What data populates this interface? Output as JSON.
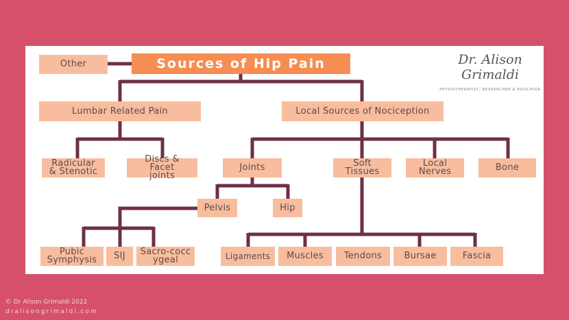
{
  "colors": {
    "background": "#D6506B",
    "box": "#F8BD9E",
    "title_box": "#F68D52",
    "connector": "#6E2F48"
  },
  "title": "Sources of Hip Pain",
  "logo": {
    "name": "Dr. Alison Grimaldi",
    "tagline": "PHYSIOTHERAPIST, RESEARCHER & EDUCATOR"
  },
  "nodes": {
    "other": "Other",
    "lumbar": "Lumbar Related Pain",
    "local": "Local Sources of Nociception",
    "radicular": "Radicular & Stenotic",
    "discs": "Discs & Facet joints",
    "joints": "Joints",
    "soft": "Soft Tissues",
    "nerves": "Local Nerves",
    "bone": "Bone",
    "pelvis": "Pelvis",
    "hip": "Hip",
    "pubic": "Pubic Symphysis",
    "sij": "SIJ",
    "sacro": "Sacro-coccygeal",
    "ligaments": "Ligaments",
    "muscles": "Muscles",
    "tendons": "Tendons",
    "bursae": "Bursae",
    "fascia": "Fascia"
  },
  "footer": {
    "copyright": "© Dr Alison Grimaldi 2022",
    "website": "dralisongrimaldi.com"
  }
}
